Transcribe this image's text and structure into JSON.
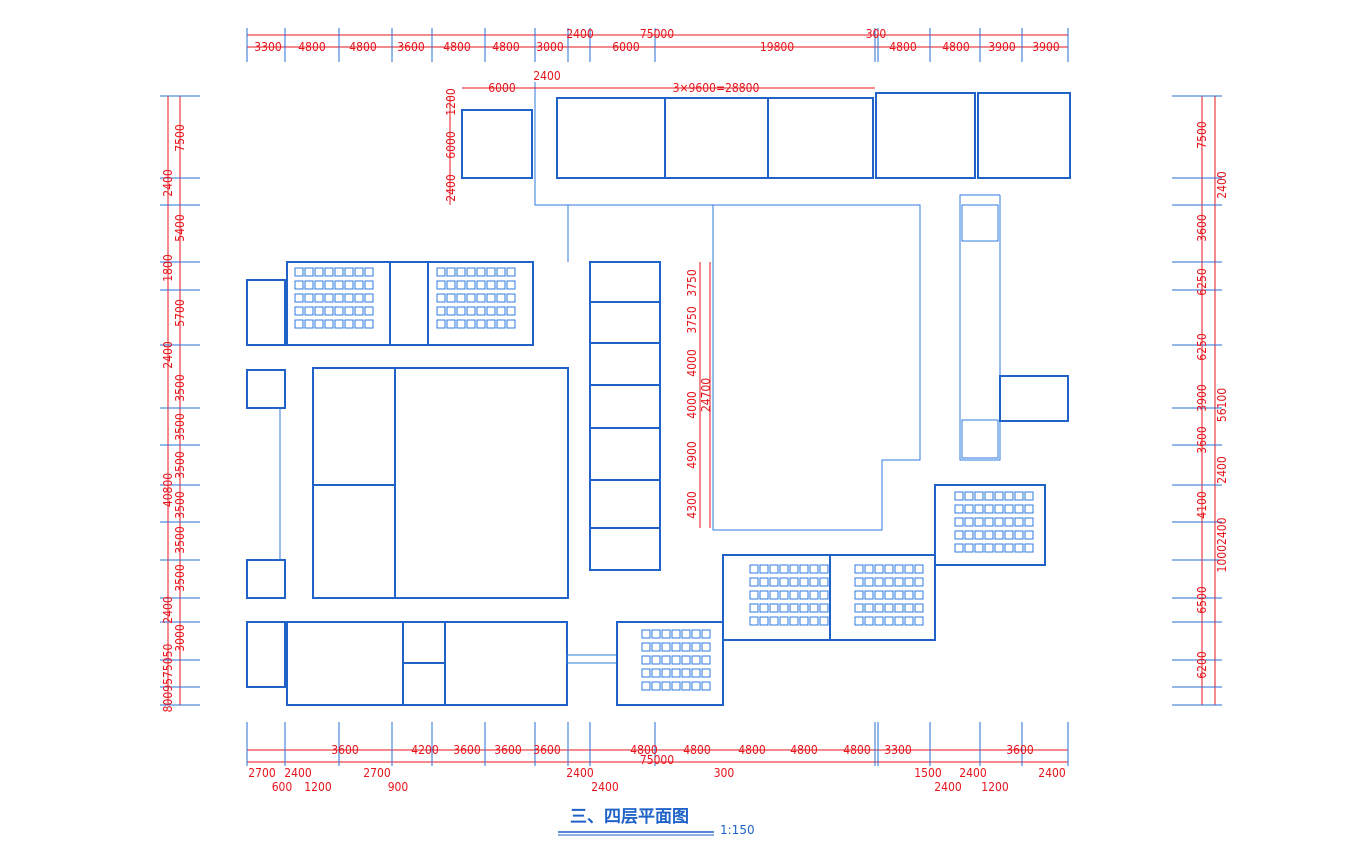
{
  "drawing": {
    "title": "三、四层平面图",
    "scale": "1:150",
    "colors": {
      "walls": "#1f63c9",
      "dimensions": "#e8141c"
    }
  },
  "dimensions": {
    "top_row": [
      "3300",
      "4800",
      "4800",
      "3600",
      "4800",
      "4800",
      "3000",
      "6000",
      "19800",
      "4800",
      "4800",
      "3900",
      "3900"
    ],
    "top_overall": [
      "2400",
      "75000",
      "300"
    ],
    "top_inner": [
      "6000",
      "2400",
      "3×9600=28800"
    ],
    "left_inner": [
      "1200",
      "6000",
      "2400"
    ],
    "left_row": [
      "7500",
      "5400",
      "5700",
      "3500",
      "3500",
      "3500",
      "3500",
      "3500",
      "3500",
      "3000"
    ],
    "left_outer": [
      "2400",
      "1800",
      "2400",
      "40800",
      "2400",
      "8009575050"
    ],
    "middle_column": [
      "3750",
      "3750",
      "4000",
      "4000",
      "4900",
      "4300",
      "24700"
    ],
    "right_row": [
      "7500",
      "3600",
      "6250",
      "6250",
      "3900",
      "3600",
      "4100",
      "6500",
      "6200"
    ],
    "right_outer": [
      "2400",
      "56100",
      "2400",
      "10002400"
    ],
    "bottom_row": [
      "3600",
      "4200",
      "3600",
      "3600",
      "3600",
      "4800",
      "4800",
      "4800",
      "4800",
      "4800",
      "3300",
      "3600"
    ],
    "bottom_overall": [
      "75000"
    ],
    "bottom_lower": [
      "2700",
      "600",
      "2400",
      "1200",
      "2700",
      "900",
      "2400",
      "2400",
      "300",
      "1500",
      "2400",
      "2400",
      "1200",
      "2400"
    ]
  }
}
